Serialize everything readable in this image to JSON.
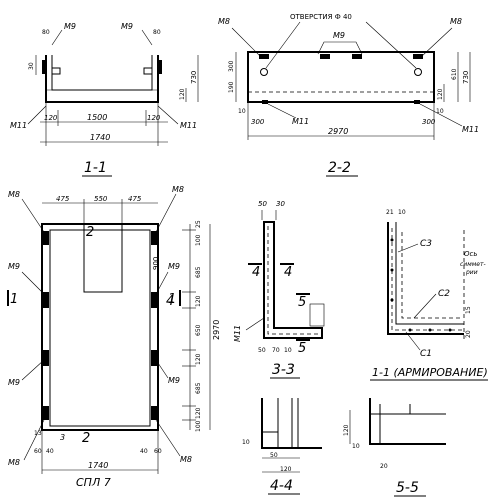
{
  "view_1_1": {
    "title": "1-1",
    "mark_m9_left": "M9",
    "mark_m9_right": "M9",
    "mark_m11_left": "M11",
    "mark_m11_right": "M11",
    "dim_80_left": "80",
    "dim_80_right": "80",
    "dim_30": "30",
    "dim_730": "730",
    "dim_120_right": "120",
    "dim_120_left_bottom": "120",
    "dim_1500": "1500",
    "dim_120_right_bottom": "120",
    "dim_1740": "1740"
  },
  "view_2_2": {
    "title": "2-2",
    "hole_label": "ОТВЕРСТИЯ Ф 40",
    "mark_m8_left": "M8",
    "mark_m8_right": "M8",
    "mark_m9": "M9",
    "mark_m11_left": "M11",
    "mark_m11_right": "M11",
    "dim_300_top": "300",
    "dim_190": "190",
    "dim_10_left": "10",
    "dim_300_bottom_left": "300",
    "dim_2970": "2970",
    "dim_610": "610",
    "dim_730": "730",
    "dim_120": "120",
    "dim_10_right": "10",
    "dim_300_bottom_right": "300"
  },
  "plan": {
    "name": "СПЛ 7",
    "mark_m8_tl": "M8",
    "mark_m8_tr": "M8",
    "mark_m8_bl": "M8",
    "mark_m8_br": "M8",
    "mark_m9_l1": "M9",
    "mark_m9_l2": "M9",
    "mark_m9_r1": "M9",
    "mark_m9_r2": "M9",
    "dim_475_left": "475",
    "dim_550": "550",
    "dim_475_right": "475",
    "dim_900": "900",
    "dim_685_top": "685",
    "dim_120_a": "120",
    "dim_650": "650",
    "dim_120_b": "120",
    "dim_685_bottom": "685",
    "dim_120_c": "120",
    "dim_2970": "2970",
    "dim_25": "25",
    "dim_100_top": "100",
    "dim_100_bottom": "100",
    "dim_1740": "1740",
    "dim_13": "13",
    "dim_60_left": "60",
    "dim_40_left": "40",
    "dim_40_right": "40",
    "dim_60_right": "60",
    "sect_1_left": "1",
    "sect_1_right": "1",
    "sect_2_top": "2",
    "sect_2_bottom": "2",
    "sect_3": "3",
    "sect_4": "4"
  },
  "section_3_3": {
    "title": "3-3",
    "dim_50_top": "50",
    "dim_30_top": "30",
    "mark_m11": "M11",
    "dim_50_bottom": "50",
    "dim_70": "70",
    "dim_10": "10",
    "sect_4_left": "4",
    "sect_4_right": "4",
    "sect_5_top": "5",
    "sect_5_bottom": "5"
  },
  "reinforcement": {
    "title": "1-1 (АРМИРОВАНИЕ)",
    "axis_label_1": "Ось",
    "axis_label_2": "симмет-",
    "axis_label_3": "рии",
    "bar_c3": "С3",
    "bar_c2": "С2",
    "bar_c1": "С1",
    "dim_21": "21",
    "dim_10": "10",
    "dim_15": "15",
    "dim_20": "20"
  },
  "section_4_4": {
    "title": "4-4",
    "dim_10": "10",
    "dim_50": "50",
    "dim_120": "120"
  },
  "section_5_5": {
    "title": "5-5",
    "dim_120": "120",
    "dim_10": "10",
    "dim_20": "20"
  }
}
